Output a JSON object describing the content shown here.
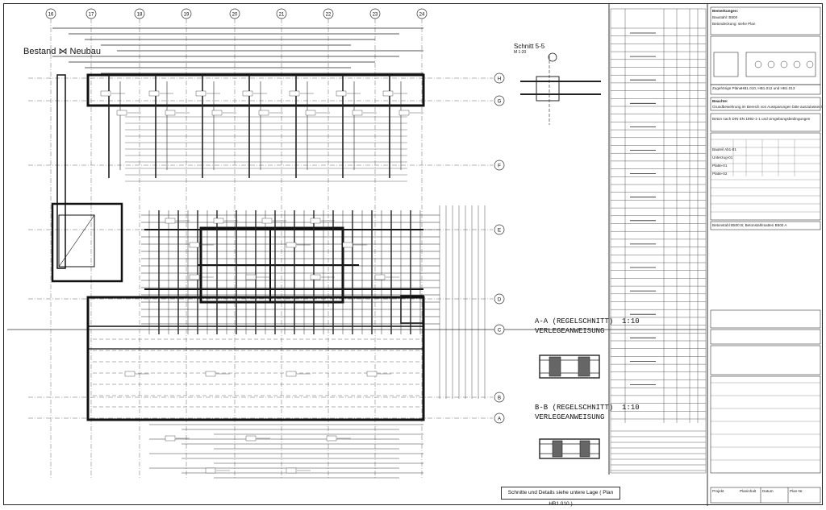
{
  "drawing": {
    "legend_bestand": "Bestand",
    "legend_neubau": "Neubau",
    "schnitt_title": "Schnitt 5-5",
    "schnitt_scale": "M 1:20",
    "section_a_line1": "A-A (REGELSCHNITT)",
    "section_a_scale": "1:10",
    "section_a_line2": "VERLEGEANWEISUNG",
    "section_b_line1": "B-B (REGELSCHNITT)",
    "section_b_scale": "1:10",
    "section_b_line2": "VERLEGEANWEISUNG",
    "note": "Schnitte und Details siehe untere Lage ( Plan HB1.010 )",
    "grid_columns": [
      "16",
      "17",
      "18",
      "19",
      "20",
      "21",
      "22",
      "23",
      "24"
    ],
    "grid_rows": [
      "H",
      "G",
      "F",
      "E",
      "D",
      "C",
      "B",
      "A"
    ]
  },
  "title_block": {
    "notes_header": "Bemerkungen:",
    "notes_lines": [
      "Baustahl: B500",
      "Betondeckung: siehe Plan"
    ],
    "plans_label": "Zugehörige Pläne:",
    "plans_value": "HB1.010, HB1.012 und HB1.013",
    "remarks_label": "Beachte:",
    "remarks_value": "Grundbewehrung im Bereich von Aussparungen bitte auszulassen!",
    "concrete_label": "Beton nach DIN EN 1992-1-1 und Umgebungsbedingungen",
    "concrete_rows": [
      "Bauteil Ab1-01",
      "Unterzug-01",
      "Platte-01",
      "Platte-02"
    ],
    "steel_note": "Betonstahl B500 B; Betonstahlmatten B500 A",
    "bottom_labels": [
      "Projekt",
      "Planinhalt",
      "Datum",
      "Plan-Nr."
    ]
  },
  "colors": {
    "line": "#222222",
    "grid": "#555555",
    "paper": "#ffffff"
  }
}
